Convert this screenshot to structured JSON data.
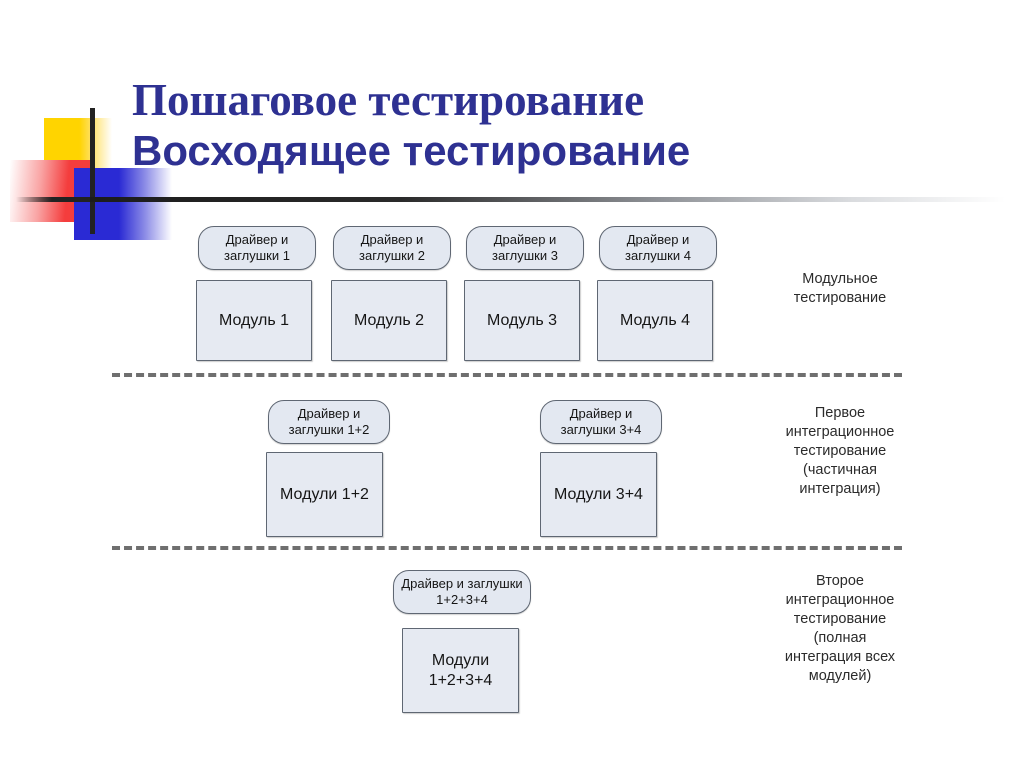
{
  "slide": {
    "title_line1": "Пошаговое тестирование",
    "title_line2": "Восходящее тестирование",
    "title_color": "#2e3192",
    "background_color": "#ffffff"
  },
  "decoration": {
    "yellow_color": "#ffd400",
    "red_color": "#f43d3d",
    "blue_color": "#2a2ad4",
    "crosshair_color": "#222222",
    "rule_color": "#1c1c1c"
  },
  "diagram": {
    "node_fill": "#e6eaf2",
    "node_border": "#5f6773",
    "divider_color": "#6f6f6f",
    "stages": [
      {
        "id": "unit-testing",
        "caption": "Модульное\nтестирование",
        "drivers": [
          "Драйвер и\nзаглушки 1",
          "Драйвер и\nзаглушки 2",
          "Драйвер и\nзаглушки 3",
          "Драйвер и\nзаглушки 4"
        ],
        "modules": [
          "Модуль 1",
          "Модуль 2",
          "Модуль 3",
          "Модуль 4"
        ]
      },
      {
        "id": "first-integration-testing",
        "caption": "Первое\nинтеграционное\nтестирование\n(частичная\nинтеграция)",
        "drivers": [
          "Драйвер и\nзаглушки 1+2",
          "Драйвер и\nзаглушки 3+4"
        ],
        "modules": [
          "Модули 1+2",
          "Модули 3+4"
        ]
      },
      {
        "id": "second-integration-testing",
        "caption": "Второе\nинтеграционное\nтестирование\n(полная\nинтеграция всех\nмодулей)",
        "drivers": [
          "Драйвер и\nзаглушки 1+2+3+4"
        ],
        "modules": [
          "Модули\n1+2+3+4"
        ]
      }
    ]
  }
}
